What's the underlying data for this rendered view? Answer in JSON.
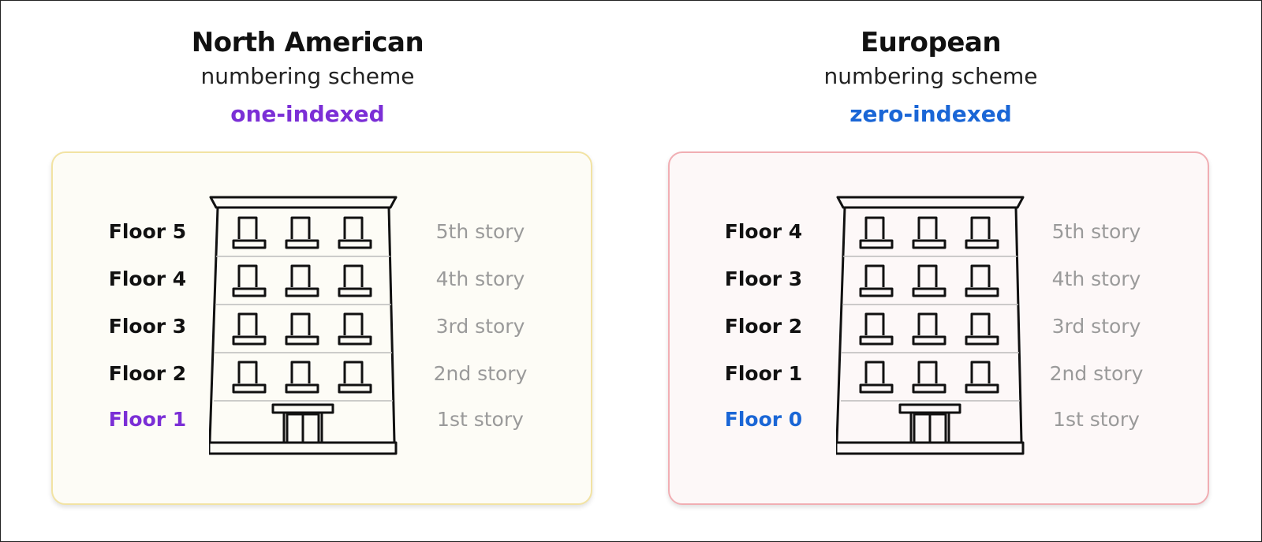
{
  "colors": {
    "one_indexed": "#7b2fd6",
    "zero_indexed": "#1a66d6",
    "floor_text": "#111111",
    "story_text": "#9a9a9a",
    "left_box_bg": "#fdfcf6",
    "left_box_border": "#f2e3a3",
    "right_box_bg": "#fdf8f8",
    "right_box_border": "#f1aeb3"
  },
  "left": {
    "title": "North American",
    "subtitle": "numbering scheme",
    "indexed": "one-indexed",
    "floors": [
      "Floor 5",
      "Floor 4",
      "Floor 3",
      "Floor 2",
      "Floor 1"
    ],
    "stories": [
      "5th story",
      "4th story",
      "3rd story",
      "2nd story",
      "1st story"
    ]
  },
  "right": {
    "title": "European",
    "subtitle": "numbering scheme",
    "indexed": "zero-indexed",
    "floors": [
      "Floor 4",
      "Floor 3",
      "Floor 2",
      "Floor 1",
      "Floor 0"
    ],
    "stories": [
      "5th story",
      "4th story",
      "3rd story",
      "2nd story",
      "1st story"
    ]
  },
  "icons": {
    "building": "apartment-building-icon"
  }
}
